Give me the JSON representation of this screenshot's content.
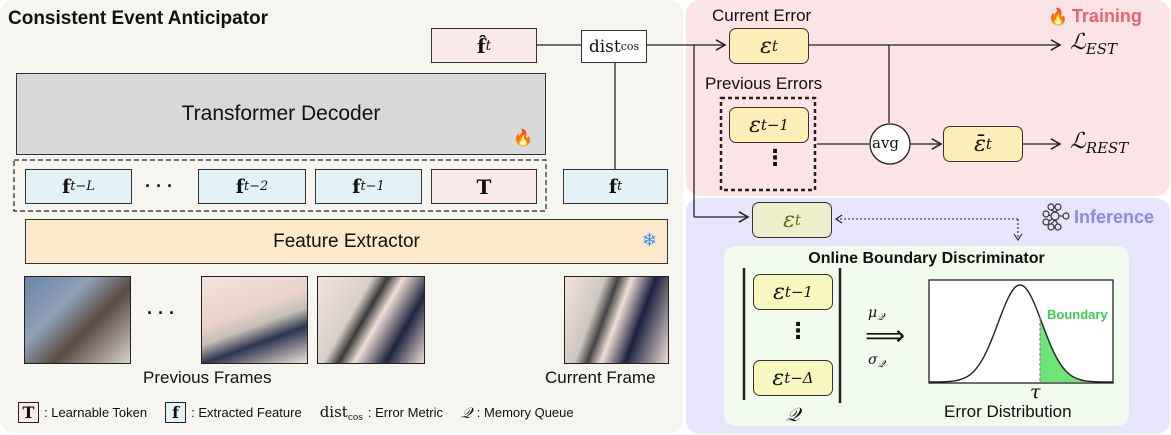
{
  "left_panel": {
    "title": "Consistent Event Anticipator",
    "predicted_feature": {
      "base": "f̂",
      "sub": "t"
    },
    "dist_box": {
      "base": "dist",
      "sub": "cos"
    },
    "transformer_label": "Transformer Decoder",
    "transformer_icon": "fire-icon",
    "tokens": [
      {
        "base": "f",
        "sub": "t−L",
        "type": "feature"
      },
      {
        "base": "· · ·",
        "sub": "",
        "type": "ellipsis"
      },
      {
        "base": "f",
        "sub": "t−2",
        "type": "feature"
      },
      {
        "base": "f",
        "sub": "t−1",
        "type": "feature"
      },
      {
        "base": "T",
        "sub": "",
        "type": "token"
      }
    ],
    "current_feature": {
      "base": "f",
      "sub": "t"
    },
    "feature_extractor_label": "Feature Extractor",
    "feature_extractor_icon": "snowflake-icon",
    "frames_ellipsis": "· · ·",
    "previous_frames_label": "Previous Frames",
    "current_frame_label": "Current Frame",
    "legend": [
      {
        "symbol": "T",
        "text": ": Learnable Token"
      },
      {
        "symbol": "f",
        "text": ": Extracted Feature"
      },
      {
        "symbol": "dist",
        "symbol_sub": "cos",
        "text": ": Error Metric"
      },
      {
        "symbol": "𝒬",
        "text": ": Memory Queue"
      }
    ]
  },
  "training_panel": {
    "badge": "Training",
    "badge_icon": "fire-icon",
    "current_error_label": "Current Error",
    "current_error": {
      "base": "ε",
      "sub": "t"
    },
    "loss_est": {
      "base": "ℒ",
      "sub": "EST"
    },
    "previous_errors_label": "Previous Errors",
    "previous_error": {
      "base": "ε",
      "sub": "t−1"
    },
    "vdots": "⋮",
    "avg_label": "avg",
    "avg_error": {
      "base": "ε̄",
      "sub": "t"
    },
    "loss_rest": {
      "base": "ℒ",
      "sub": "REST"
    }
  },
  "inference_panel": {
    "badge": "Inference",
    "badge_icon": "neural-network-icon",
    "current_error": {
      "base": "ε",
      "sub": "t"
    },
    "obd_title": "Online Boundary Discriminator",
    "queue_top": {
      "base": "ε",
      "sub": "t−1"
    },
    "queue_vdots": "⋮",
    "queue_bottom": {
      "base": "ε",
      "sub": "t−Δ"
    },
    "queue_label": "𝒬",
    "mu": {
      "base": "μ",
      "sub": "𝒬"
    },
    "sigma": {
      "base": "σ",
      "sub": "𝒬"
    },
    "implies": "⟹",
    "boundary_label": "Boundary",
    "threshold_label": "τ",
    "distribution_label": "Error Distribution"
  },
  "colors": {
    "training_text": "#e8626e",
    "inference_text": "#8f86e8",
    "boundary_green": "#3dcc52",
    "boundary_fill": "#6de47a"
  }
}
